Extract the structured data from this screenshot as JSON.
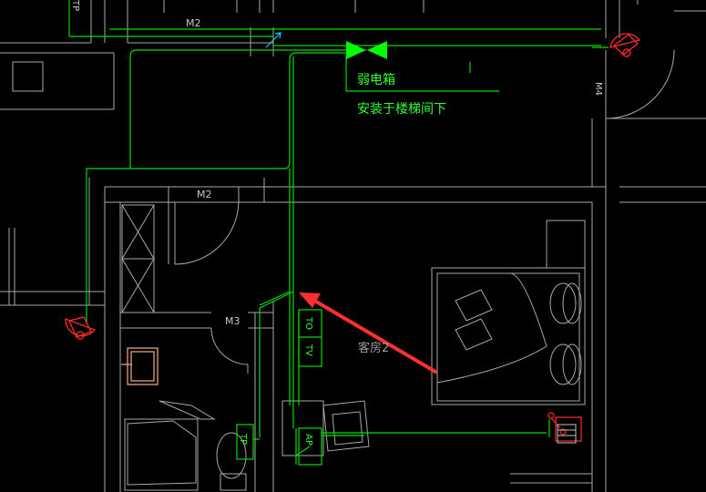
{
  "labels": {
    "door_m2_top": "M2",
    "door_m2_mid": "M2",
    "door_m3": "M3",
    "door_m4": "M4",
    "weak_box": "弱电箱",
    "install_note": "安装于楼梯间下",
    "guest_room": "客房2",
    "outlet_to": "TO",
    "outlet_tv": "TV",
    "outlet_ap": "AP",
    "outlet_tp_bath": "TP",
    "outlet_tp_top": "TP"
  },
  "colors": {
    "background": "#000000",
    "wall": "#b0b0b0",
    "cable": "#00e000",
    "label": "#33ff33",
    "camera": "#ff2020",
    "arrow": "#ff3b3b",
    "fixture": "#e0a080"
  }
}
